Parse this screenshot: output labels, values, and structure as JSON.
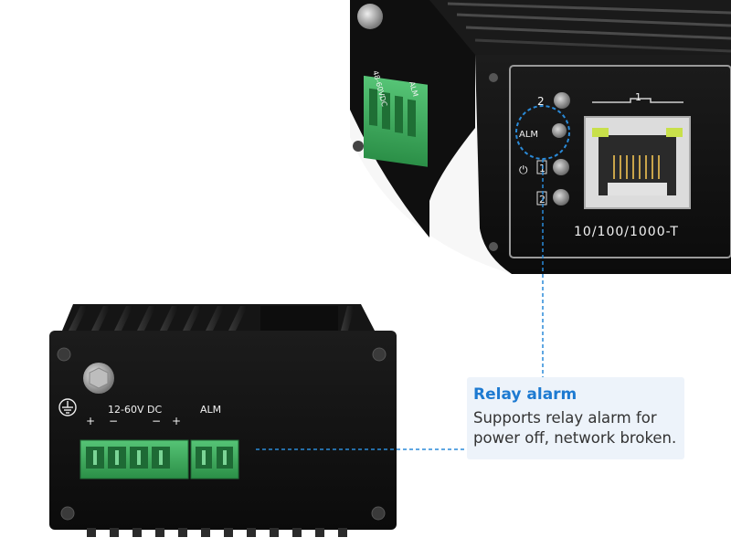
{
  "callout": {
    "title": "Relay alarm",
    "body_line1": "Supports relay alarm for",
    "body_line2": "power off, network broken."
  },
  "front_panel": {
    "voltage_label": "12-60V DC",
    "alarm_label": "ALM",
    "terminal_polarity": [
      "+",
      "−",
      "−",
      "+"
    ]
  },
  "side_panel": {
    "led_labels": [
      "2",
      "ALM",
      "1",
      "2"
    ],
    "port_number": "1",
    "port_speed": "10/100/1000-T",
    "terminal_label_1": "48-60VDC",
    "terminal_label_2": "ALM"
  },
  "colors": {
    "accent": "#1d7ad1",
    "callout_bg": "#edf3fa",
    "terminal_green": "#3cae5c",
    "housing": "#111111"
  }
}
